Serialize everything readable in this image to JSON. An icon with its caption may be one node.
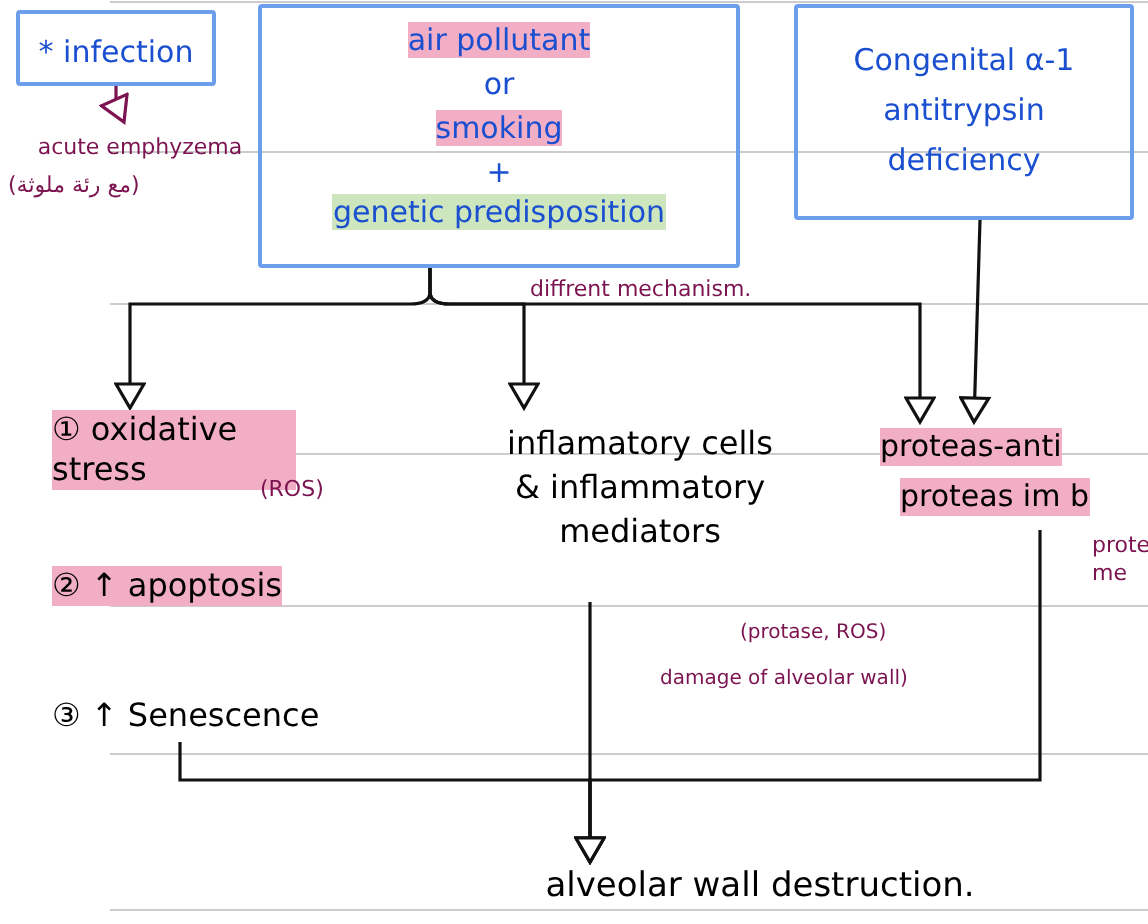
{
  "diagram": {
    "nodes": [
      {
        "text": [
          "* infection"
        ]
      },
      {
        "text": [
          "acute emphyzema"
        ]
      },
      {
        "text": [
          "air pollutant",
          "or",
          "smoking",
          "+",
          "genetic predisposition"
        ]
      },
      {
        "text": [
          "Congenital α-1 antitrypsin deficiency"
        ]
      },
      {
        "text": [
          "① oxidative stress",
          "(ROS)",
          "② ↑ apoptosis",
          "③ ↑ Senescence"
        ]
      },
      {
        "text": [
          "inflamatory cells & inflammatory mediators"
        ],
        "beside": [
          "(protase, ROS)"
        ]
      },
      {
        "text": [
          "proteas-anti",
          "proteas im b"
        ],
        "beside": [
          "prote me"
        ]
      },
      {
        "text": [
          "alveolar wall destruction."
        ]
      }
    ],
    "edges": [
      {
        "from": 0,
        "to": 1,
        "arrow": "to",
        "color": "#7b1450"
      },
      {
        "from": 2,
        "to": 4,
        "arrow": "to"
      },
      {
        "from": 2,
        "to": 5,
        "arrow": "to",
        "label": "diffrent mechanism."
      },
      {
        "from": 2,
        "to": 6,
        "arrow": "to"
      },
      {
        "from": 3,
        "to": 6,
        "arrow": "to"
      },
      {
        "from": 4,
        "to": 7,
        "arrow": "to"
      },
      {
        "from": 5,
        "to": 7,
        "arrow": "to"
      },
      {
        "from": 6,
        "to": 7,
        "arrow": "to"
      }
    ],
    "labels": [
      "(مع رئة ملوثة)",
      "damage of alveolar wall)"
    ]
  }
}
